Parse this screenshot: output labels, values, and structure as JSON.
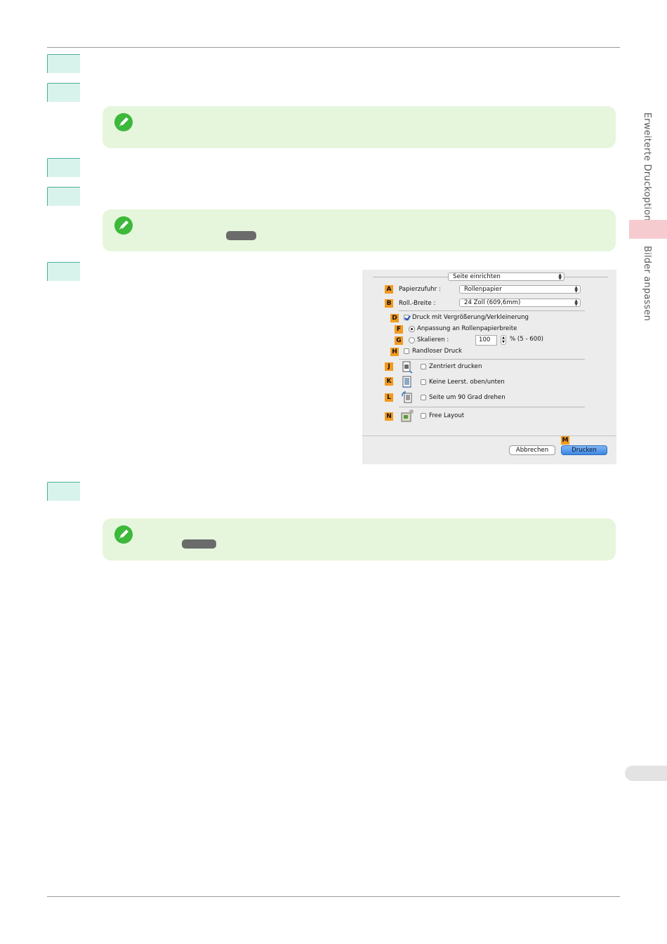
{
  "sidebar": {
    "section": "Erweiterte Druckoptionen",
    "subsection": "Bilder anpassen"
  },
  "colors": {
    "step_fill": "#d8f3ec",
    "note_fill": "#e6f6dc",
    "accent_tab": "#f6cbd0",
    "letter_badge": "#f29a1f"
  },
  "dialog": {
    "top_popup": "Seite einrichten",
    "rows": {
      "a": {
        "letter": "A",
        "label": "Papierzufuhr :",
        "value": "Rollenpapier"
      },
      "b": {
        "letter": "B",
        "label": "Roll.-Breite :",
        "value": "24 Zoll (609,6mm)"
      },
      "d": {
        "letter": "D",
        "label": "Druck mit Vergrößerung/Verkleinerung"
      },
      "f": {
        "letter": "F",
        "label": "Anpassung an Rollenpapierbreite"
      },
      "g": {
        "letter": "G",
        "label": "Skalieren :",
        "value": "100",
        "range": "% (5 - 600)"
      },
      "h": {
        "letter": "H",
        "label": "Randloser Druck"
      },
      "j": {
        "letter": "J",
        "label": "Zentriert drucken"
      },
      "k": {
        "letter": "K",
        "label": "Keine Leerst. oben/unten"
      },
      "l": {
        "letter": "L",
        "label": "Seite um 90 Grad drehen"
      },
      "n": {
        "letter": "N",
        "label": "Free Layout"
      },
      "m": {
        "letter": "M"
      }
    },
    "cancel": "Abbrechen",
    "print": "Drucken"
  }
}
